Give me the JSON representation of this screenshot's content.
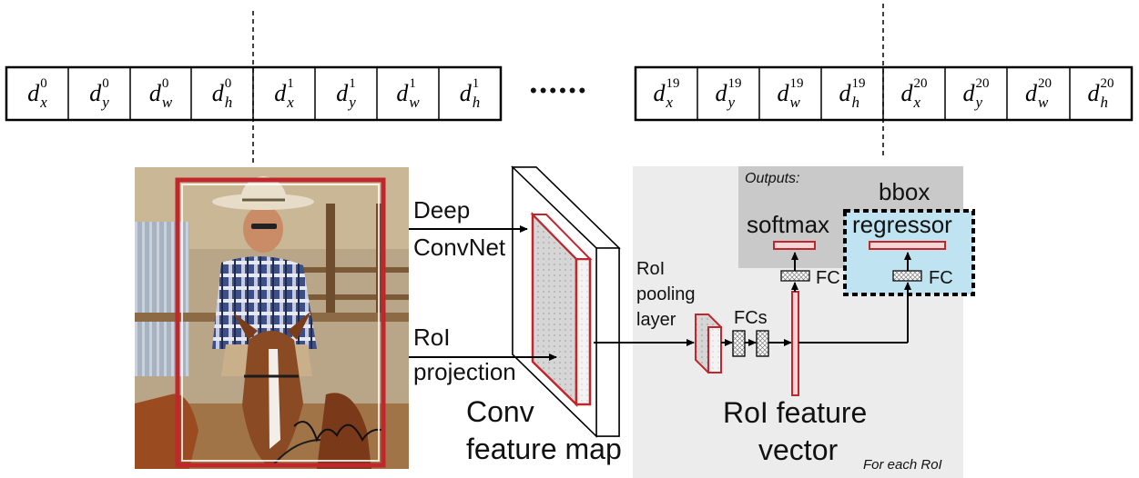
{
  "vector": {
    "left_group": [
      {
        "base": "d",
        "sub": "x",
        "sup": "0"
      },
      {
        "base": "d",
        "sub": "y",
        "sup": "0"
      },
      {
        "base": "d",
        "sub": "w",
        "sup": "0"
      },
      {
        "base": "d",
        "sub": "h",
        "sup": "0"
      },
      {
        "base": "d",
        "sub": "x",
        "sup": "1"
      },
      {
        "base": "d",
        "sub": "y",
        "sup": "1"
      },
      {
        "base": "d",
        "sub": "w",
        "sup": "1"
      },
      {
        "base": "d",
        "sub": "h",
        "sup": "1"
      }
    ],
    "ellipsis": "••••••",
    "right_group": [
      {
        "base": "d",
        "sub": "x",
        "sup": "19"
      },
      {
        "base": "d",
        "sub": "y",
        "sup": "19"
      },
      {
        "base": "d",
        "sub": "w",
        "sup": "19"
      },
      {
        "base": "d",
        "sub": "h",
        "sup": "19"
      },
      {
        "base": "d",
        "sub": "x",
        "sup": "20"
      },
      {
        "base": "d",
        "sub": "y",
        "sup": "20"
      },
      {
        "base": "d",
        "sub": "w",
        "sup": "20"
      },
      {
        "base": "d",
        "sub": "h",
        "sup": "20"
      }
    ]
  },
  "labels": {
    "deep": "Deep",
    "convnet": "ConvNet",
    "roi": "RoI",
    "projection": "projection",
    "conv": "Conv",
    "feature_map": "feature map",
    "roi_pooling_1": "RoI",
    "roi_pooling_2": "pooling",
    "roi_pooling_3": "layer",
    "fcs": "FCs",
    "outputs": "Outputs:",
    "softmax": "softmax",
    "bbox": "bbox",
    "regressor": "regressor",
    "fc_left": "FC",
    "fc_right": "FC",
    "roi_feature": "RoI feature",
    "vector": "vector",
    "for_each": "For each RoI"
  },
  "colors": {
    "red": "#c0272d",
    "panel": "#ececec",
    "outputs_box": "#c8c8c8",
    "highlight": "#bfe3f0"
  }
}
